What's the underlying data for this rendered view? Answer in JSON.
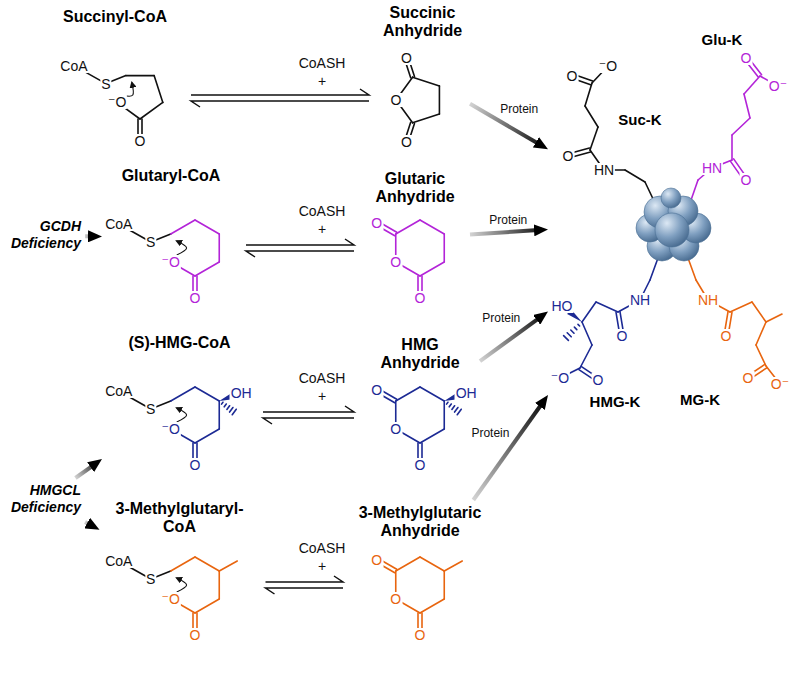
{
  "diagram": {
    "nodes": [
      {
        "text": [
          "Succinyl-CoA"
        ]
      },
      {
        "text": [
          "Succinic Anhydride"
        ]
      },
      {
        "text": [
          "GCDH Deficiency"
        ]
      },
      {
        "text": [
          "Glutaryl-CoA"
        ]
      },
      {
        "text": [
          "Glutaric Anhydride"
        ]
      },
      {
        "text": [
          "(S)-HMG-CoA"
        ]
      },
      {
        "text": [
          "HMG Anhydride"
        ]
      },
      {
        "text": [
          "HMGCL Deficiency"
        ]
      },
      {
        "text": [
          "3-Methylglutaryl-CoA"
        ]
      },
      {
        "text": [
          "3-Methylglutaric Anhydride"
        ]
      },
      {
        "text": [
          "Suc-K",
          "Glu-K",
          "HMG-K",
          "MG-K"
        ]
      }
    ],
    "edges": [
      {
        "from": 0,
        "to": 1,
        "arrow": "both"
      },
      {
        "from": 2,
        "to": 3,
        "arrow": "to"
      },
      {
        "from": 3,
        "to": 4,
        "arrow": "both"
      },
      {
        "from": 7,
        "to": 5,
        "arrow": "to"
      },
      {
        "from": 5,
        "to": 6,
        "arrow": "both"
      },
      {
        "from": 7,
        "to": 8,
        "arrow": "to"
      },
      {
        "from": 8,
        "to": 9,
        "arrow": "both"
      },
      {
        "from": 1,
        "to": 10,
        "arrow": "to",
        "label": "Protein"
      },
      {
        "from": 4,
        "to": 10,
        "arrow": "to",
        "label": "Protein"
      },
      {
        "from": 6,
        "to": 10,
        "arrow": "to",
        "label": "Protein"
      },
      {
        "from": 9,
        "to": 10,
        "arrow": "to",
        "label": "Protein"
      }
    ],
    "labels": [
      "CoA",
      "S",
      "⁻O",
      "O",
      "CoASH",
      "+",
      "O",
      "O",
      "O",
      "CoA",
      "S",
      "⁻O",
      "O",
      "CoASH",
      "+",
      "O",
      "O",
      "O",
      "CoA",
      "S",
      "⁻O",
      "O",
      "OH",
      "CoASH",
      "+",
      "O",
      "O",
      "O",
      "OH",
      "CoA",
      "S",
      "⁻O",
      "O",
      "CoASH",
      "+",
      "O",
      "O",
      "O",
      "HN",
      "O",
      "O",
      "⁻O",
      "HN",
      "O",
      "O",
      "O⁻",
      "NH",
      "O",
      "HO",
      "O",
      "⁻O",
      "NH",
      "O",
      "O",
      "O⁻"
    ]
  }
}
